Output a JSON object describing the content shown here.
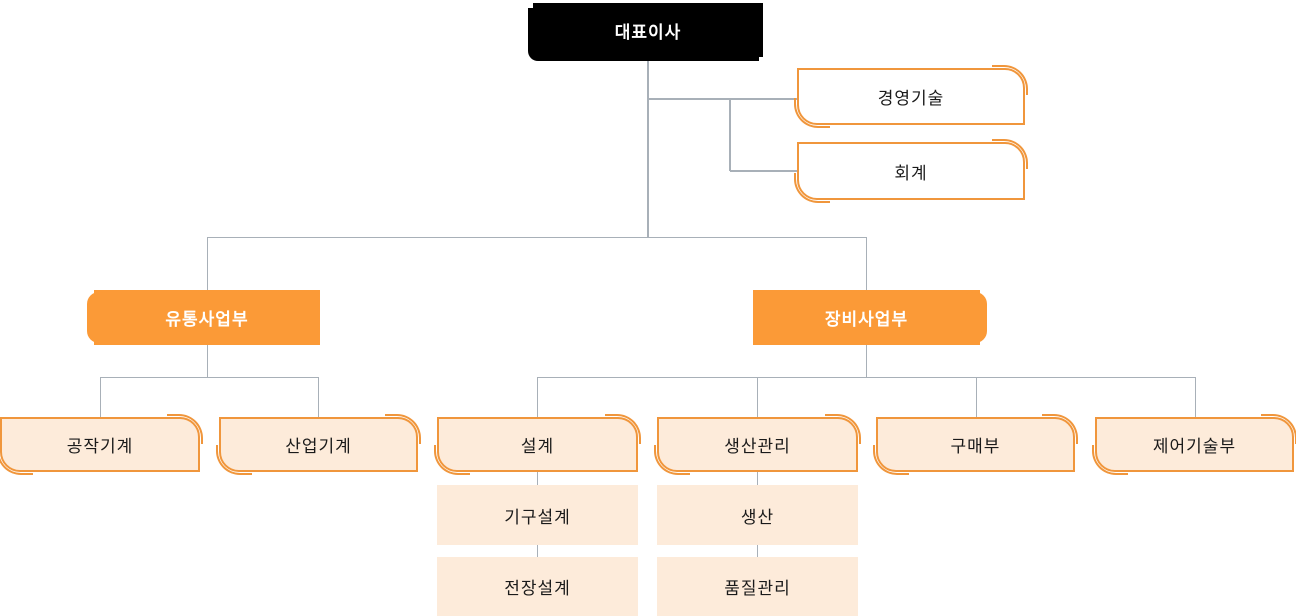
{
  "org_chart": {
    "type": "org-chart",
    "ceo": "대표이사",
    "staff": [
      "경영기술",
      "회계"
    ],
    "divisions": [
      {
        "label": "유통사업부",
        "departments": [
          "공작기계",
          "산업기계"
        ]
      },
      {
        "label": "장비사업부",
        "departments": [
          "설계",
          "생산관리",
          "구매부",
          "제어기술부"
        ]
      }
    ],
    "sub_departments": {
      "design": [
        "기구설계",
        "전장설계"
      ],
      "production_management": [
        "생산",
        "품질관리"
      ]
    }
  },
  "colors": {
    "ceo_background": "#000000",
    "division_fill": "#FB9A37",
    "box_border": "#F0963C",
    "department_fill": "#FDEBDA",
    "staff_fill": "#FFFFFF",
    "connector_line": "#A8B0B8",
    "text_dark": "#1A1A1A",
    "text_light": "#FFFFFF"
  }
}
